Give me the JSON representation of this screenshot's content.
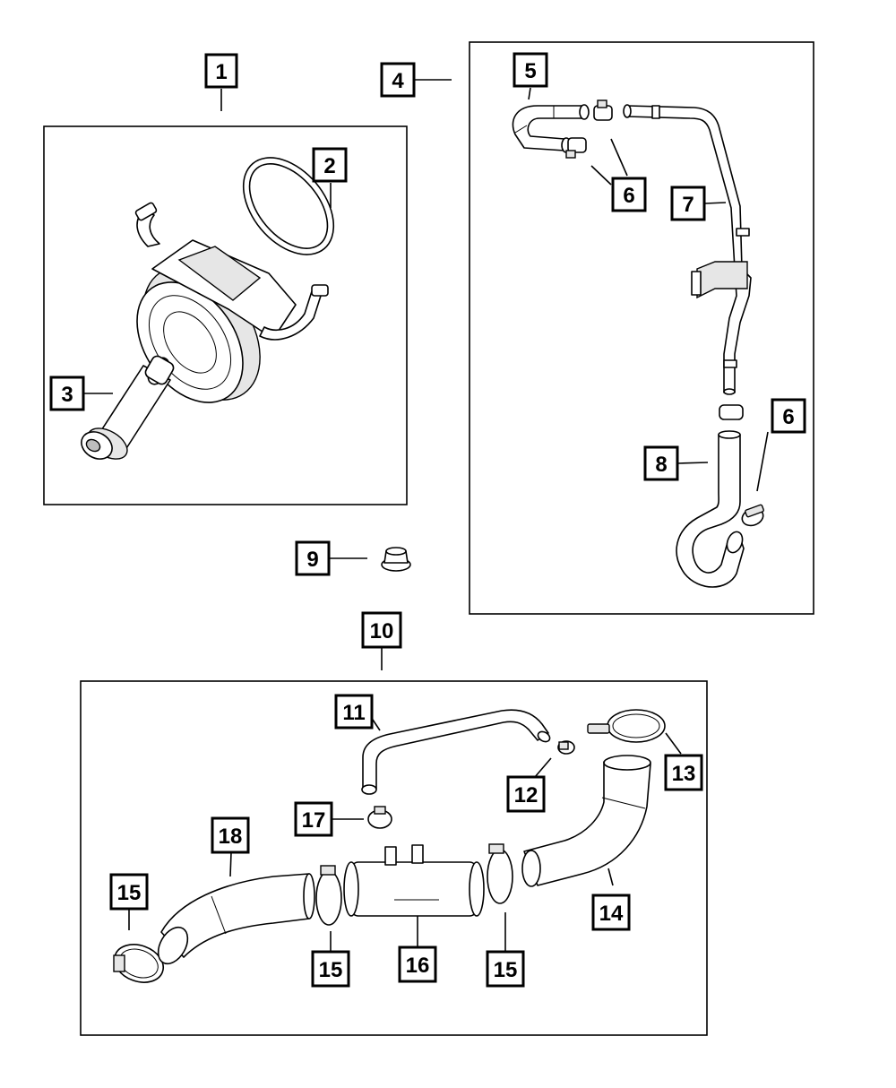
{
  "callouts": {
    "c1": "1",
    "c2": "2",
    "c3": "3",
    "c4": "4",
    "c5": "5",
    "c6a": "6",
    "c6b": "6",
    "c7": "7",
    "c8": "8",
    "c9": "9",
    "c10": "10",
    "c11": "11",
    "c12": "12",
    "c13": "13",
    "c14": "14",
    "c15a": "15",
    "c15b": "15",
    "c15c": "15",
    "c16": "16",
    "c17": "17",
    "c18": "18"
  }
}
